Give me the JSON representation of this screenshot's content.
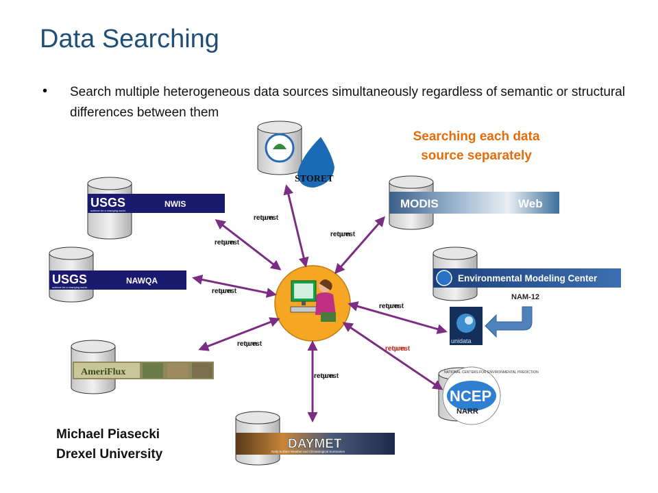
{
  "title": "Data Searching",
  "bullet": "Search multiple heterogeneous data sources simultaneously regardless of semantic or structural differences between them",
  "callout": [
    "Searching each data",
    "source separately"
  ],
  "author": [
    "Michael Piasecki",
    "Drexel University"
  ],
  "sources": {
    "nwis": {
      "logo": "USGS",
      "tagline": "science for a changing world",
      "label": "NWIS"
    },
    "nawqa": {
      "logo": "USGS",
      "tagline": "science for a changing world",
      "label": "NAWQA"
    },
    "ameriflux": {
      "label": "AmeriFlux"
    },
    "storet": {
      "label": "STORET"
    },
    "modis": {
      "label": "MODIS",
      "label2": "Web"
    },
    "emc": {
      "label": "Environmental Modeling Center",
      "sublabel": "NAM-12"
    },
    "unidata": {
      "label": "unidata"
    },
    "ncep": {
      "label": "NCEP",
      "ring_text": "NATIONAL CENTERS FOR ENVIRONMENTAL PREDICTION",
      "sublabel": "NARR"
    },
    "daymet": {
      "label": "DAYMET",
      "subtitle": "Daily Surface Weather and Climatological Summaries"
    }
  },
  "arrows": {
    "request": "request",
    "return": "return"
  },
  "colors": {
    "title": "#1F4E79",
    "callout": "#E46C0A",
    "arrow": "#7B2C83",
    "hub": "#F5A623"
  }
}
